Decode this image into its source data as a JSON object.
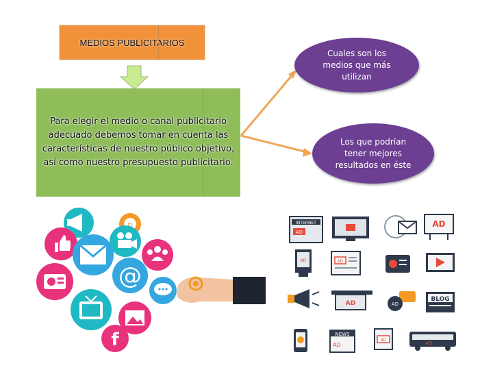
{
  "title_box": {
    "label": "MEDIOS PUBLICITARIOS",
    "color": "#f1913a"
  },
  "main_box": {
    "text": "Para elegir el medio o canal publicitario adecuado debemos tomar en cuenta las características de nuestro público objetivo, así como nuestro presupuesto publicitario.",
    "color": "#8ebd5a"
  },
  "bubbles": [
    {
      "text": "Cuales son los medios que más utilizan",
      "color": "#6c3f93"
    },
    {
      "text": "Los que podrían tener mejores resultados en éste",
      "color": "#6c3f93"
    }
  ],
  "arrows": {
    "down_color": "#c8ec8f",
    "connector_color": "#f0a458"
  },
  "icons": {
    "left_cluster": [
      "megaphone-icon",
      "thumbs-up-icon",
      "envelope-icon",
      "pinterest-icon",
      "camera-icon",
      "radio-icon",
      "at-sign-icon",
      "people-icon",
      "tv-icon",
      "chat-icon",
      "image-icon",
      "facebook-icon",
      "hand-pointing-icon"
    ],
    "right_grid_labels": {
      "internet_ad": "INTERNET",
      "ad": "AD",
      "blog": "BLOG",
      "news": "NEWS"
    }
  }
}
